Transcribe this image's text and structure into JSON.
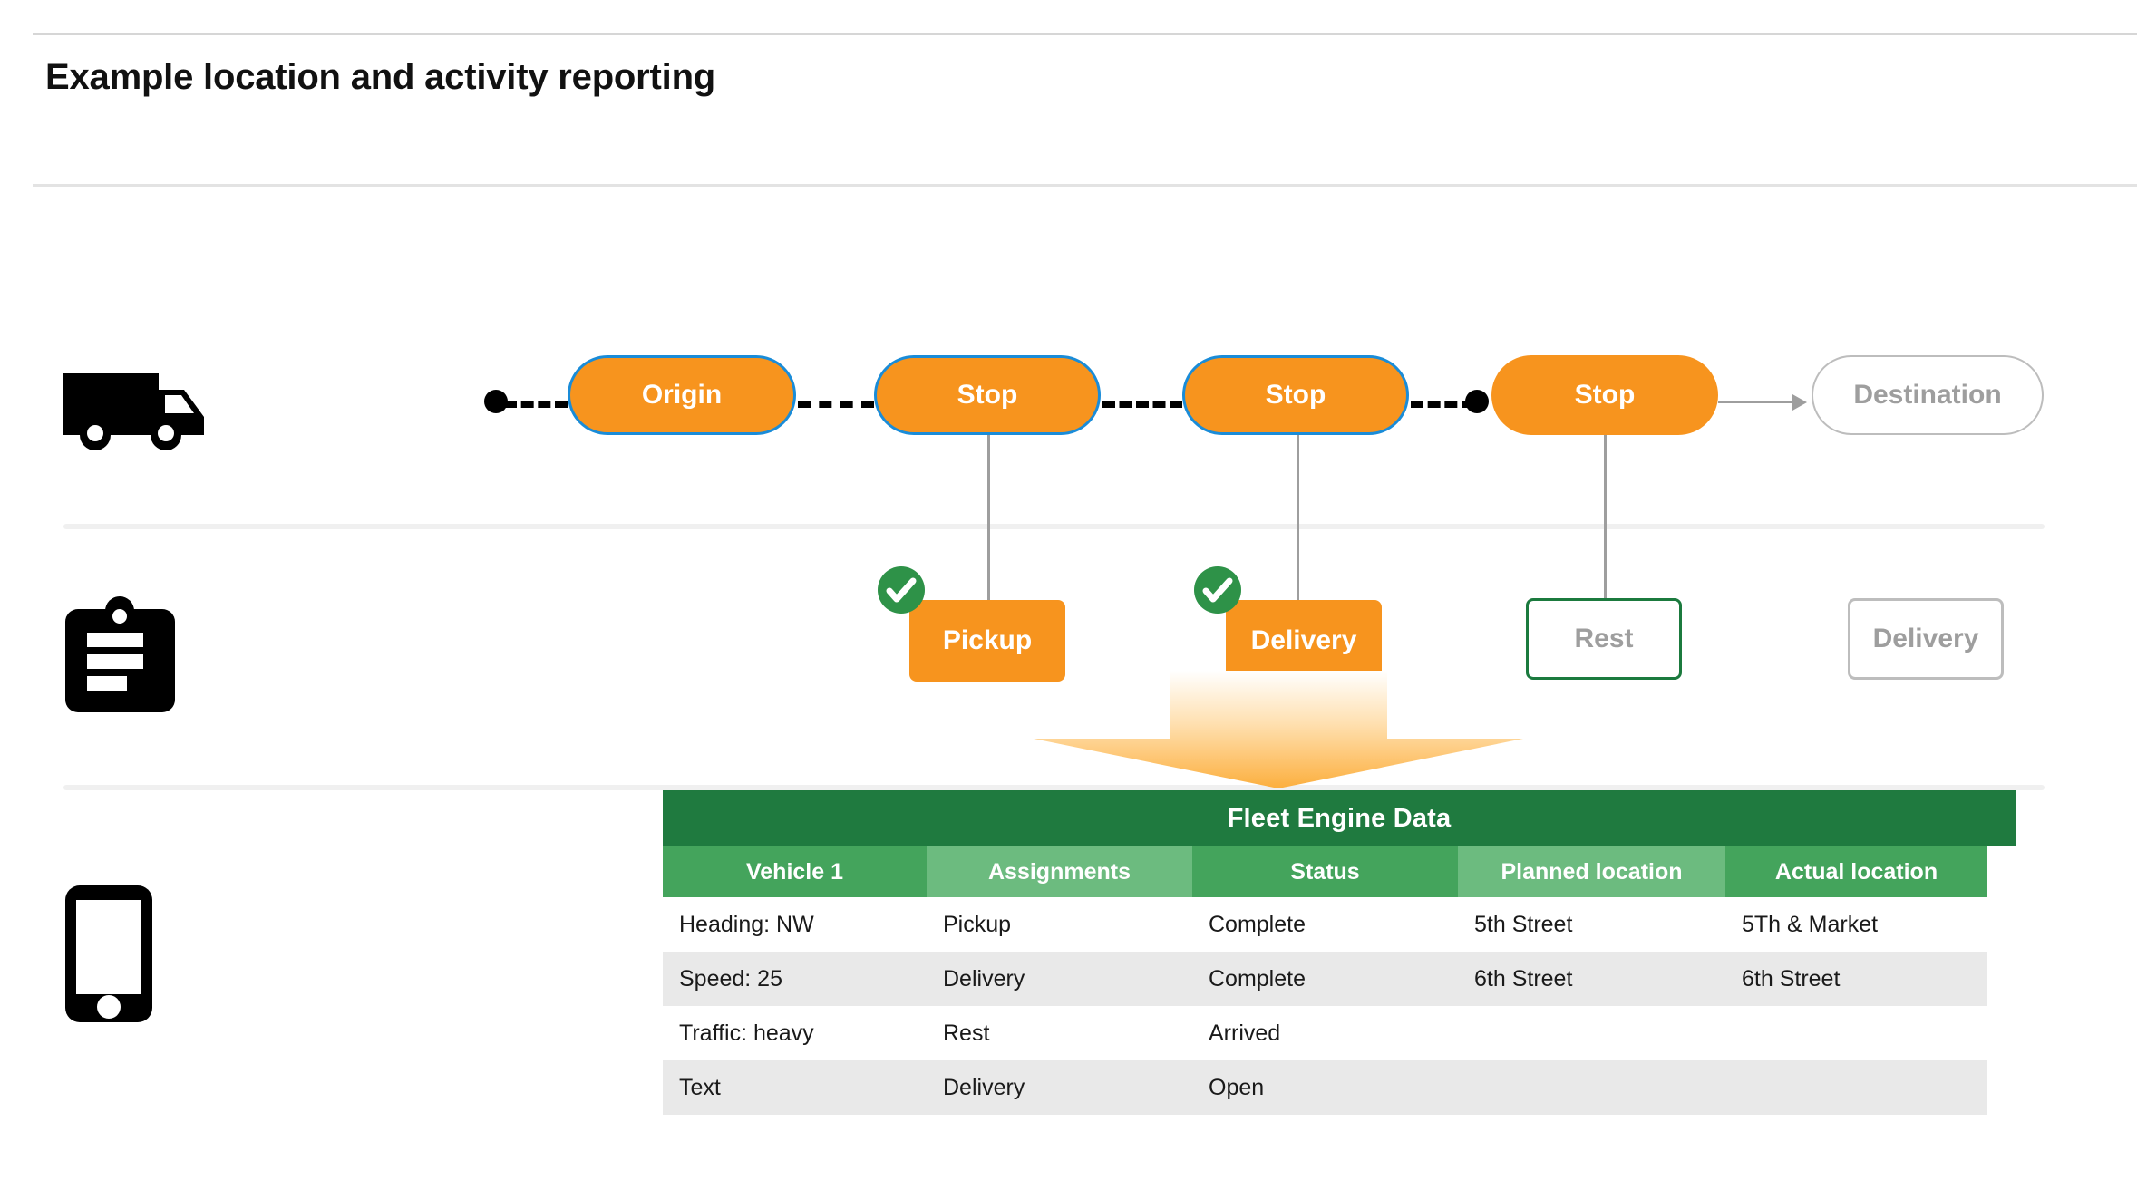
{
  "page": {
    "title": "Example location and activity reporting"
  },
  "colors": {
    "orange": "#f7941e",
    "blue_border": "#1a8cd8",
    "green_dark": "#1f7a3f",
    "green_header_a": "#44a45c",
    "green_header_b": "#6cbb7f",
    "green_check": "#2e9248",
    "gray_text": "#9e9e9e",
    "gray_border": "#bdbdbd",
    "row_alt": "#e9e9e9"
  },
  "rows": {
    "vehicle": {
      "icon": "truck-icon"
    },
    "activity": {
      "icon": "clipboard-icon"
    },
    "device": {
      "icon": "mobile-phone-icon"
    }
  },
  "route": {
    "nodes": [
      {
        "label": "Origin",
        "style": "filled-bordered"
      },
      {
        "label": "Stop",
        "style": "filled-bordered"
      },
      {
        "label": "Stop",
        "style": "filled-bordered"
      },
      {
        "label": "Stop",
        "style": "filled"
      },
      {
        "label": "Destination",
        "style": "outline-gray"
      }
    ]
  },
  "activities": [
    {
      "label": "Pickup",
      "style": "filled",
      "completed": true
    },
    {
      "label": "Delivery",
      "style": "filled",
      "completed": true
    },
    {
      "label": "Rest",
      "style": "outline-green",
      "completed": false
    },
    {
      "label": "Delivery",
      "style": "outline-gray",
      "completed": false
    }
  ],
  "table": {
    "title": "Fleet Engine Data",
    "columns": [
      "Vehicle 1",
      "Assignments",
      "Status",
      "Planned location",
      "Actual location"
    ],
    "rows": [
      [
        "Heading: NW",
        "Pickup",
        "Complete",
        "5th Street",
        "5Th & Market"
      ],
      [
        "Speed: 25",
        "Delivery",
        "Complete",
        "6th Street",
        "6th Street"
      ],
      [
        "Traffic: heavy",
        "Rest",
        "Arrived",
        "",
        ""
      ],
      [
        "Text",
        "Delivery",
        "Open",
        "",
        ""
      ]
    ]
  }
}
